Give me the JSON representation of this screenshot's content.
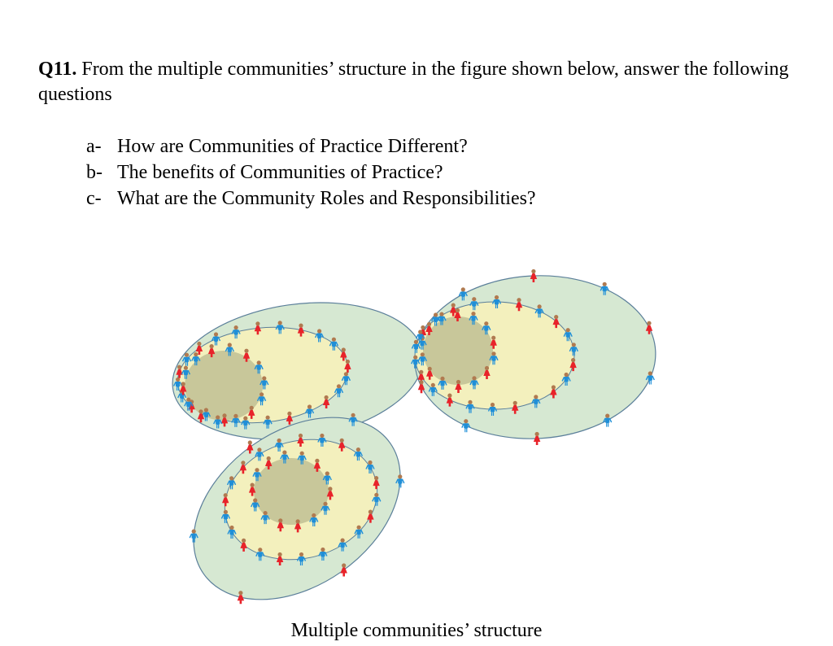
{
  "question": {
    "number": "Q11.",
    "text": " From the multiple communities’ structure in the figure shown below, answer the following questions"
  },
  "sub_questions": [
    {
      "marker": "a-",
      "text": "How are Communities of Practice Different?"
    },
    {
      "marker": "b-",
      "text": "The benefits of Communities of Practice?"
    },
    {
      "marker": "c-",
      "text": "What are the Community Roles and Responsibilities?"
    }
  ],
  "figure": {
    "caption": "Multiple communities’ structure",
    "colors": {
      "outer_fill": "#d6e8d2",
      "middle_fill": "#f3f0bd",
      "core_fill": "#c8c79a",
      "outline": "#5b7f9a",
      "person_red": "#e8232a",
      "person_blue": "#1f8fd8",
      "head": "#b07a50"
    }
  }
}
